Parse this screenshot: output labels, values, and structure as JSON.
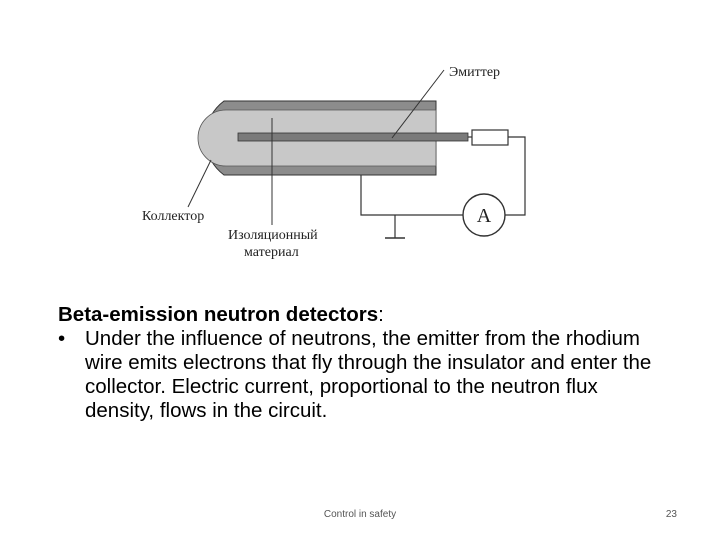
{
  "diagram": {
    "labels": {
      "emitter": "Эмиттер",
      "collector": "Коллектор",
      "insulation_line1": "Изоляционный",
      "insulation_line2": "материал",
      "ammeter": "A"
    },
    "colors": {
      "shell": "#8c8c8c",
      "insulator": "#c8c8c8",
      "emitter_wire": "#7a7a7a",
      "stroke": "#333333"
    }
  },
  "text": {
    "heading_bold": "Beta-emission neutron detectors",
    "heading_suffix": ":",
    "bullet_glyph": "•",
    "bullet_text": "Under the influence of neutrons, the emitter from the rhodium wire emits electrons that fly through the insulator and enter the collector. Electric current, proportional to the neutron flux density, flows in the circuit."
  },
  "footer": {
    "title": "Control in safety",
    "page_number": "23"
  }
}
